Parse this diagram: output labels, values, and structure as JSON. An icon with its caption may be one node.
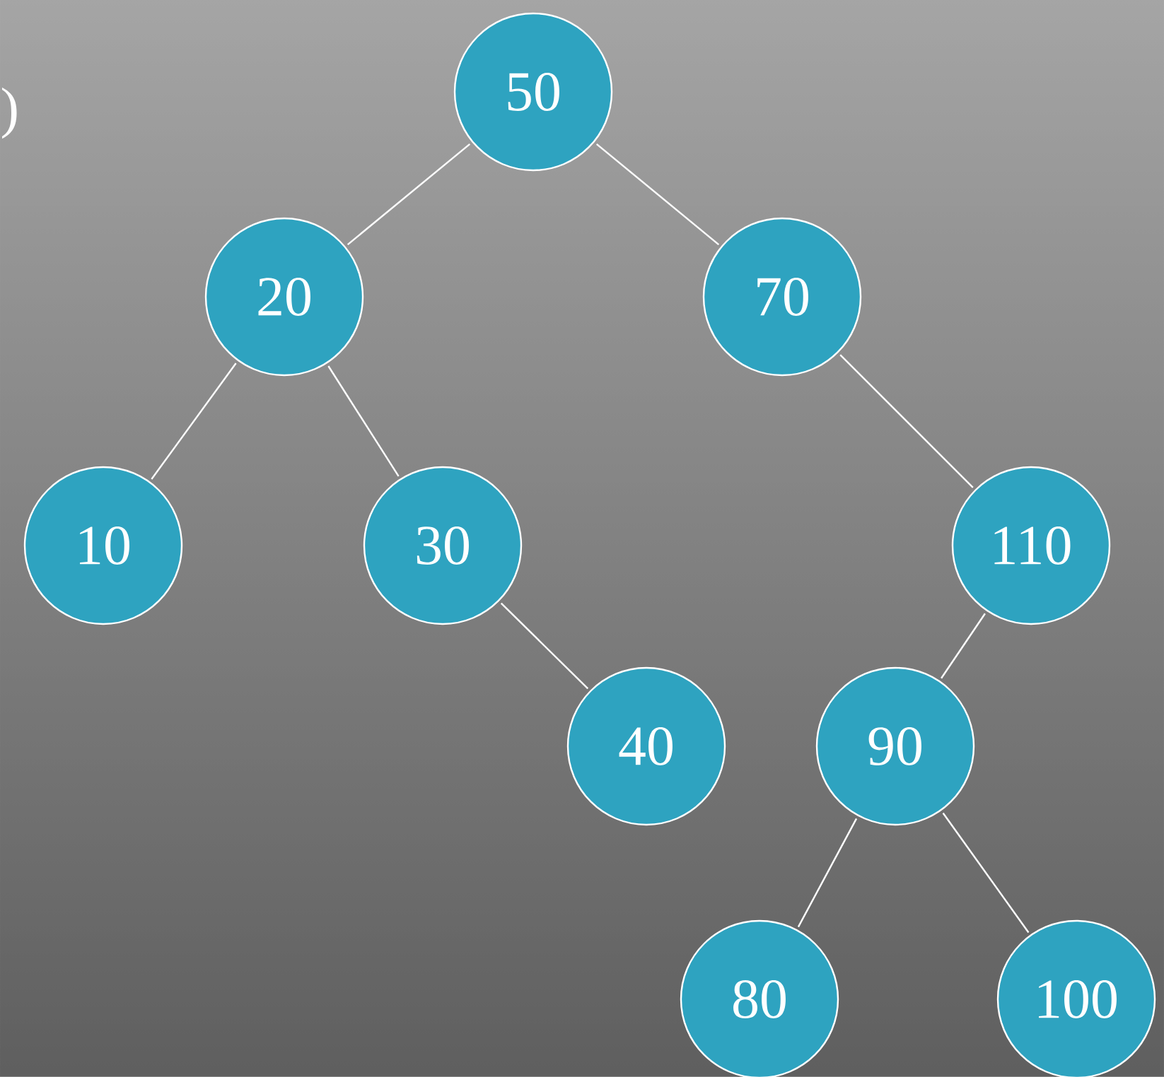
{
  "diagram": {
    "nodes": [
      {
        "text": [
          "50"
        ]
      },
      {
        "text": [
          "20"
        ]
      },
      {
        "text": [
          "70"
        ]
      },
      {
        "text": [
          "10"
        ]
      },
      {
        "text": [
          "30"
        ]
      },
      {
        "text": [
          "110"
        ]
      },
      {
        "text": [
          "40"
        ]
      },
      {
        "text": [
          "90"
        ]
      },
      {
        "text": [
          "80"
        ]
      },
      {
        "text": [
          "100"
        ]
      }
    ],
    "edges": [
      {
        "from": 0,
        "to": 1,
        "arrow": "none"
      },
      {
        "from": 0,
        "to": 2,
        "arrow": "none"
      },
      {
        "from": 1,
        "to": 3,
        "arrow": "none"
      },
      {
        "from": 1,
        "to": 4,
        "arrow": "none"
      },
      {
        "from": 2,
        "to": 5,
        "arrow": "none"
      },
      {
        "from": 4,
        "to": 6,
        "arrow": "none"
      },
      {
        "from": 5,
        "to": 7,
        "arrow": "none"
      },
      {
        "from": 7,
        "to": 8,
        "arrow": "none"
      },
      {
        "from": 7,
        "to": 9,
        "arrow": "none"
      }
    ],
    "labels": [
      ")"
    ]
  }
}
